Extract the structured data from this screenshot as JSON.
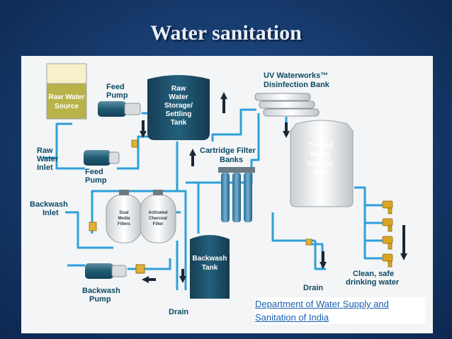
{
  "title": "Water sanitation",
  "labels": {
    "raw_water_source": [
      "Raw Water",
      "Source"
    ],
    "feed_pump_top": [
      "Feed",
      "Pump"
    ],
    "raw_tank": [
      "Raw",
      "Water",
      "Storage/",
      "Settling",
      "Tank"
    ],
    "uv_bank": [
      "UV Waterworks™",
      "Disinfection Bank"
    ],
    "raw_water_inlet": [
      "Raw",
      "Water",
      "Inlet"
    ],
    "feed_pump_mid": [
      "Feed",
      "Pump"
    ],
    "cartridge_filter": [
      "Cartridge Filter",
      "Banks"
    ],
    "treated_tank": [
      "Treated",
      "Water",
      "Storage",
      "Tank"
    ],
    "backwash_inlet": [
      "Backwash",
      "Inlet"
    ],
    "dual_media": [
      "Dual",
      "Media",
      "Filters"
    ],
    "activated_charcoal": [
      "Activated",
      "Charcoal",
      "Filter"
    ],
    "backwash_tank": [
      "Backwash",
      "Tank"
    ],
    "clean_water": [
      "Clean, safe",
      "drinking water"
    ],
    "drain_right": "Drain",
    "backwash_pump": [
      "Backwash",
      "Pump"
    ],
    "drain_bottom": "Drain"
  },
  "credit": [
    "Department of Water Supply and",
    "Sanitation of  India"
  ],
  "colors": {
    "pipe": "#2ea0d8",
    "tank": "#1b4f68",
    "label": "#0e4a63",
    "link": "#1a5fb4"
  }
}
